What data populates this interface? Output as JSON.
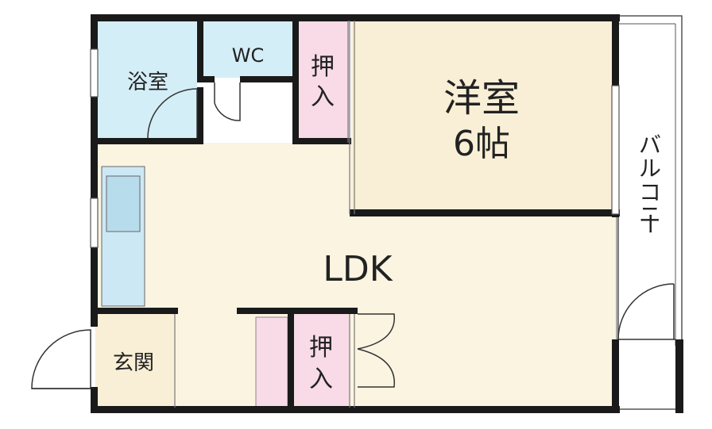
{
  "colors": {
    "wall": "#1a1a1a",
    "ldk_floor": "#fbf4e1",
    "room_floor": "#f9efd6",
    "bath": "#d4eef7",
    "closet": "#f8dbe7",
    "kitchen_counter": "#cde8f5",
    "thin_line": "#666666"
  },
  "rooms": {
    "bath": "浴室",
    "wc": "WC",
    "closet_top": [
      "押",
      "入"
    ],
    "western_room": [
      "洋室",
      "6帖"
    ],
    "balcony": [
      "バ",
      "ル",
      "コ",
      "ニ",
      "ー"
    ],
    "ldk": "LDK",
    "entrance": "玄関",
    "closet_bottom": [
      "押",
      "入"
    ]
  }
}
